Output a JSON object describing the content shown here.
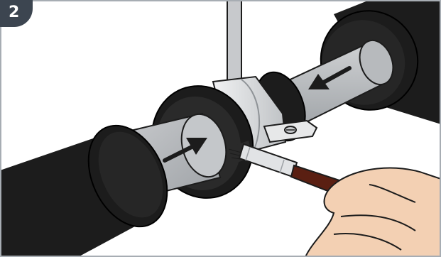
{
  "step": {
    "number": "2"
  },
  "colors": {
    "badge": "#3c4550",
    "frame_border": "#a7adb3",
    "pipe_gray": "#b9bcbf",
    "insulation_black": "#1c1c1c",
    "clamp_silver": "#e5e6e7",
    "brush_handle": "#5a1f12",
    "skin": "#f3d0b3"
  },
  "illustration": {
    "subject": "pipe-insulation-joint",
    "arrows": [
      "arrow-left-pointing",
      "arrow-right-pointing"
    ]
  }
}
